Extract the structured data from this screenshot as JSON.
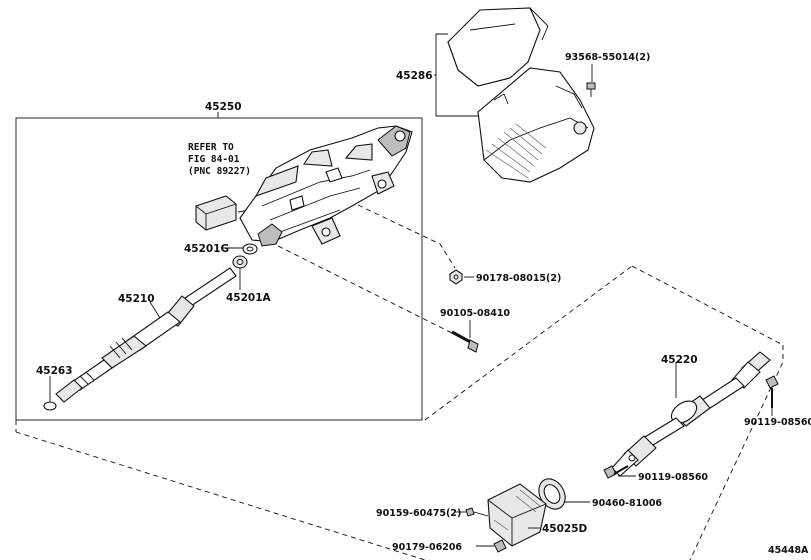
{
  "callouts": {
    "p45286": "45286",
    "p93568": "93568-55014(2)",
    "p45250": "45250",
    "refer_line1": "REFER TO",
    "refer_line2": "FIG 84-01",
    "refer_line3": "(PNC 89227)",
    "p45201G": "45201G",
    "p45201A": "45201A",
    "p45210": "45210",
    "p45263": "45263",
    "p90178": "90178-08015(2)",
    "p90105": "90105-08410",
    "p45220": "45220",
    "p90119a": "90119-08560",
    "p90119b": "90119-08560",
    "p90460": "90460-81006",
    "p90159": "90159-60475(2)",
    "p45025D": "45025D",
    "p90179": "90179-06206"
  },
  "footer": {
    "figure_id": "45448A"
  }
}
